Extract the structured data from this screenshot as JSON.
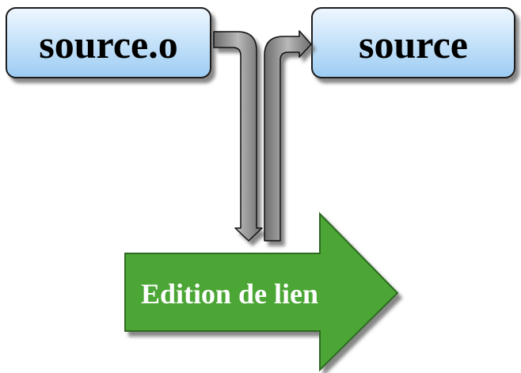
{
  "nodes": {
    "input_file": {
      "label": "source.o"
    },
    "output_file": {
      "label": "source"
    },
    "process": {
      "label": "Edition de lien"
    }
  },
  "colors": {
    "box_fill_top": "#eaf4ff",
    "box_fill_bottom": "#9fd0f5",
    "box_stroke": "#1a1a1a",
    "connector_fill": "#8c8c8c",
    "connector_stroke": "#111111",
    "process_fill": "#4ca636",
    "process_stroke": "#2e6b22",
    "process_text": "#ffffff"
  }
}
